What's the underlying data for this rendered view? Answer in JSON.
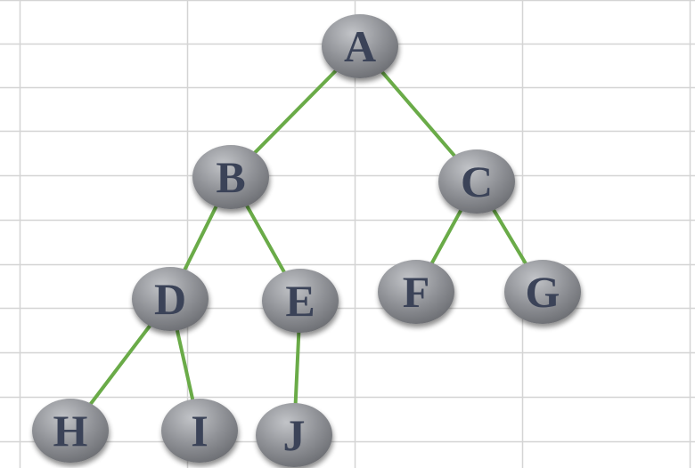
{
  "diagram": {
    "type": "binary-tree",
    "edge_color": "#6aab48",
    "node_color": "#8d8f94",
    "label_color": "#3b4358",
    "grid_color": "#d4d4d4",
    "nodes": [
      {
        "id": "A",
        "label": "A"
      },
      {
        "id": "B",
        "label": "B"
      },
      {
        "id": "C",
        "label": "C"
      },
      {
        "id": "D",
        "label": "D"
      },
      {
        "id": "E",
        "label": "E"
      },
      {
        "id": "F",
        "label": "F"
      },
      {
        "id": "G",
        "label": "G"
      },
      {
        "id": "H",
        "label": "H"
      },
      {
        "id": "I",
        "label": "I"
      },
      {
        "id": "J",
        "label": "J"
      }
    ],
    "edges": [
      {
        "from": "A",
        "to": "B"
      },
      {
        "from": "A",
        "to": "C"
      },
      {
        "from": "B",
        "to": "D"
      },
      {
        "from": "B",
        "to": "E"
      },
      {
        "from": "C",
        "to": "F"
      },
      {
        "from": "C",
        "to": "G"
      },
      {
        "from": "D",
        "to": "H"
      },
      {
        "from": "D",
        "to": "I"
      },
      {
        "from": "E",
        "to": "J"
      }
    ]
  }
}
